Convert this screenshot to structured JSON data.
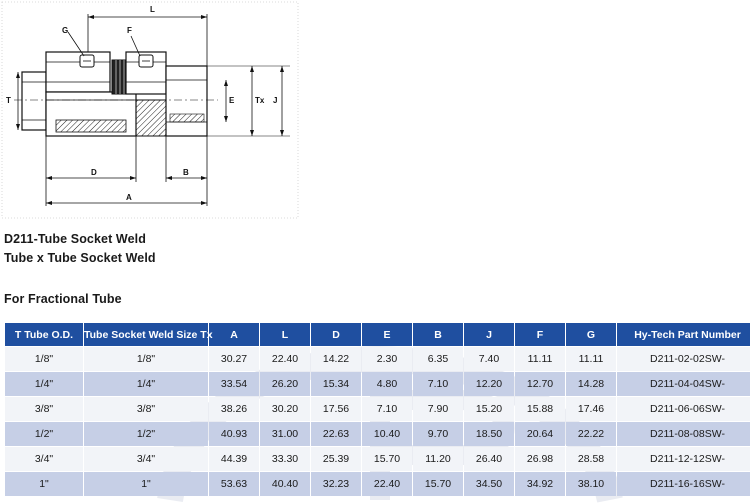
{
  "drawing": {
    "labels": {
      "L": "L",
      "G": "G",
      "F": "F",
      "T": "T",
      "E": "E",
      "Tx": "Tx",
      "J": "J",
      "D": "D",
      "B": "B",
      "A": "A"
    }
  },
  "headings": {
    "product": "D211-Tube Socket Weld",
    "subtitle": "Tube x Tube Socket Weld",
    "section": "For Fractional Tube"
  },
  "table": {
    "columns": [
      "T Tube O.D.",
      "Tube Socket Weld Size Tx",
      "A",
      "L",
      "D",
      "E",
      "B",
      "J",
      "F",
      "G",
      "Hy-Tech Part Number"
    ],
    "rows": [
      [
        "1/8\"",
        "1/8\"",
        "30.27",
        "22.40",
        "14.22",
        "2.30",
        "6.35",
        "7.40",
        "11.11",
        "11.11",
        "D211-02-02SW-"
      ],
      [
        "1/4\"",
        "1/4\"",
        "33.54",
        "26.20",
        "15.34",
        "4.80",
        "7.10",
        "12.20",
        "12.70",
        "14.28",
        "D211-04-04SW-"
      ],
      [
        "3/8\"",
        "3/8\"",
        "38.26",
        "30.20",
        "17.56",
        "7.10",
        "7.90",
        "15.20",
        "15.88",
        "17.46",
        "D211-06-06SW-"
      ],
      [
        "1/2\"",
        "1/2\"",
        "40.93",
        "31.00",
        "22.63",
        "10.40",
        "9.70",
        "18.50",
        "20.64",
        "22.22",
        "D211-08-08SW-"
      ],
      [
        "3/4\"",
        "3/4\"",
        "44.39",
        "33.30",
        "25.39",
        "15.70",
        "11.20",
        "26.40",
        "26.98",
        "28.58",
        "D211-12-12SW-"
      ],
      [
        "1\"",
        "1\"",
        "53.63",
        "40.40",
        "32.23",
        "22.40",
        "15.70",
        "34.50",
        "34.92",
        "38.10",
        "D211-16-16SW-"
      ]
    ]
  },
  "colors": {
    "header_bg": "#1f4fa0",
    "row_light": "#f2f4f8",
    "row_dark": "#c6cfe6"
  }
}
